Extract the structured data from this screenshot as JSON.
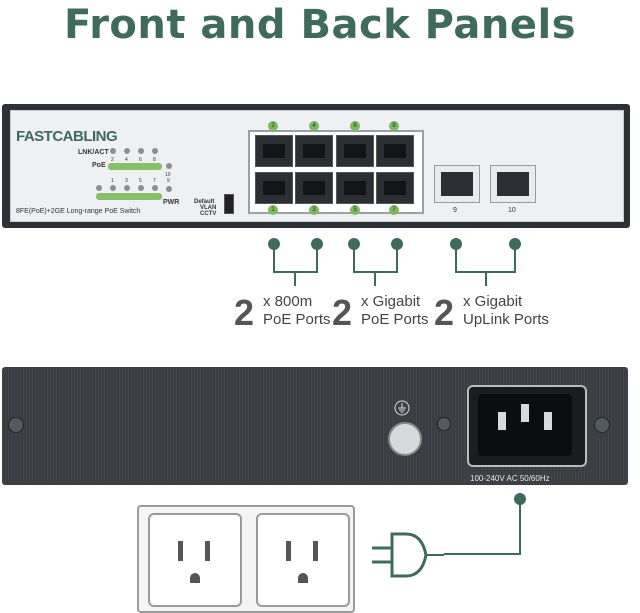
{
  "title": "Front and Back Panels",
  "front_panel": {
    "brand": "FASTCABLING",
    "lnk_act_label": "LNK/ACT",
    "poe_label": "PoE",
    "pwr_label": "PWR",
    "model_text": "8FE(PoE)+2GE Long-range PoE Switch",
    "mode_labels": [
      "Default",
      "VLAN",
      "CCTV"
    ],
    "top_led_numbers": [
      "2",
      "4",
      "6",
      "8"
    ],
    "bottom_led_numbers": [
      "1",
      "3",
      "5",
      "7",
      "9"
    ],
    "led_10": "10",
    "top_port_numbers": [
      "2",
      "4",
      "6",
      "8"
    ],
    "bottom_port_numbers": [
      "1",
      "3",
      "5",
      "7"
    ],
    "uplink_numbers": [
      "9",
      "10"
    ]
  },
  "callouts": [
    {
      "count": "2",
      "line1": "x 800m",
      "line2": "PoE Ports"
    },
    {
      "count": "2",
      "line1": "x Gigabit",
      "line2": "PoE Ports"
    },
    {
      "count": "2",
      "line1": "x Gigabit",
      "line2": "UpLink Ports"
    }
  ],
  "back_panel": {
    "voltage": "100-240V AC 50/60Hz"
  },
  "colors": {
    "accent": "#3f6b5c",
    "led_green": "#86c06a"
  }
}
